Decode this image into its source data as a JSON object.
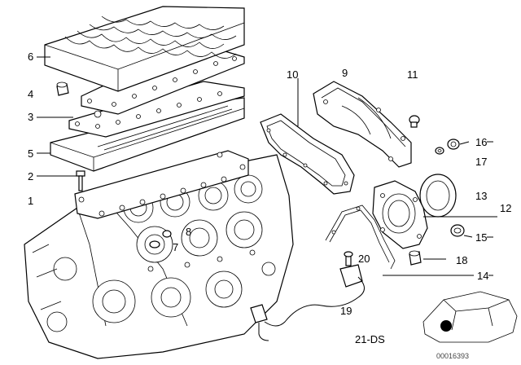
{
  "callouts": {
    "c1": "1",
    "c2": "2",
    "c3": "3",
    "c4": "4",
    "c5": "5",
    "c6": "6",
    "c7": "7",
    "c8": "8",
    "c9": "9",
    "c10": "10",
    "c11": "11",
    "c12": "12",
    "c13": "13",
    "c14": "14",
    "c15": "15",
    "c16": "16",
    "c17": "17",
    "c18": "18",
    "c19": "19",
    "c20": "20"
  },
  "diagram_code": "21-DS",
  "image_code": "00016393"
}
